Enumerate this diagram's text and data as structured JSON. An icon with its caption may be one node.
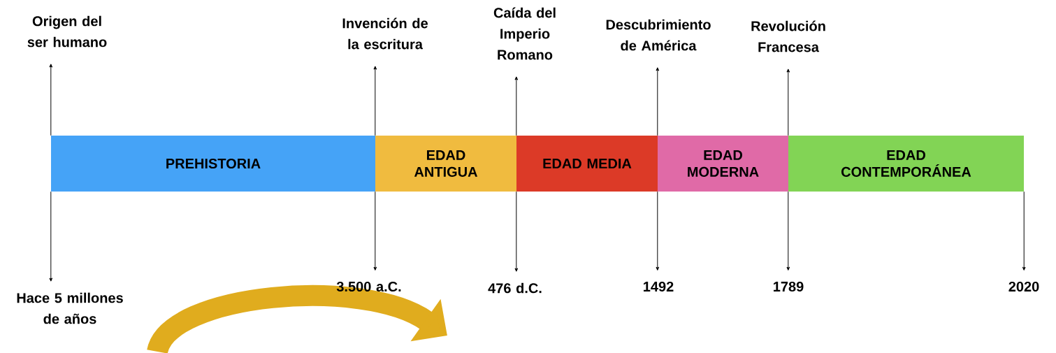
{
  "diagram": {
    "nodes": [
      {
        "text": [
          "PREHISTORIA"
        ]
      },
      {
        "text": [
          "EDAD ANTIGUA"
        ]
      },
      {
        "text": [
          "EDAD MEDIA"
        ]
      },
      {
        "text": [
          "EDAD MODERNA"
        ]
      },
      {
        "text": [
          "EDAD CONTEMPORÁNEA"
        ]
      },
      {
        "text": [
          "Origen del ser humano"
        ]
      },
      {
        "text": [
          "Invención de la escritura"
        ]
      },
      {
        "text": [
          "Caída del Imperio Romano"
        ]
      },
      {
        "text": [
          "Descubrimiento de América"
        ]
      },
      {
        "text": [
          "Revolución Francesa"
        ]
      },
      {
        "text": [
          "Hace 5 millones de años"
        ]
      },
      {
        "text": [
          "3.500 a.C."
        ]
      },
      {
        "text": [
          "476 d.C."
        ]
      },
      {
        "text": [
          "1492"
        ]
      },
      {
        "text": [
          "1789"
        ]
      },
      {
        "text": [
          "2020"
        ]
      }
    ],
    "edges": [
      {
        "from": 0,
        "to": 5,
        "arrow": "to"
      },
      {
        "from": 1,
        "to": 6,
        "arrow": "to"
      },
      {
        "from": 2,
        "to": 7,
        "arrow": "to"
      },
      {
        "from": 3,
        "to": 8,
        "arrow": "to"
      },
      {
        "from": 4,
        "to": 9,
        "arrow": "to"
      },
      {
        "from": 0,
        "to": 10,
        "arrow": "to"
      },
      {
        "from": 1,
        "to": 11,
        "arrow": "to"
      },
      {
        "from": 2,
        "to": 12,
        "arrow": "to"
      },
      {
        "from": 3,
        "to": 13,
        "arrow": "to"
      },
      {
        "from": 4,
        "to": 14,
        "arrow": "to"
      },
      {
        "from": 4,
        "to": 15,
        "arrow": "to"
      }
    ]
  }
}
